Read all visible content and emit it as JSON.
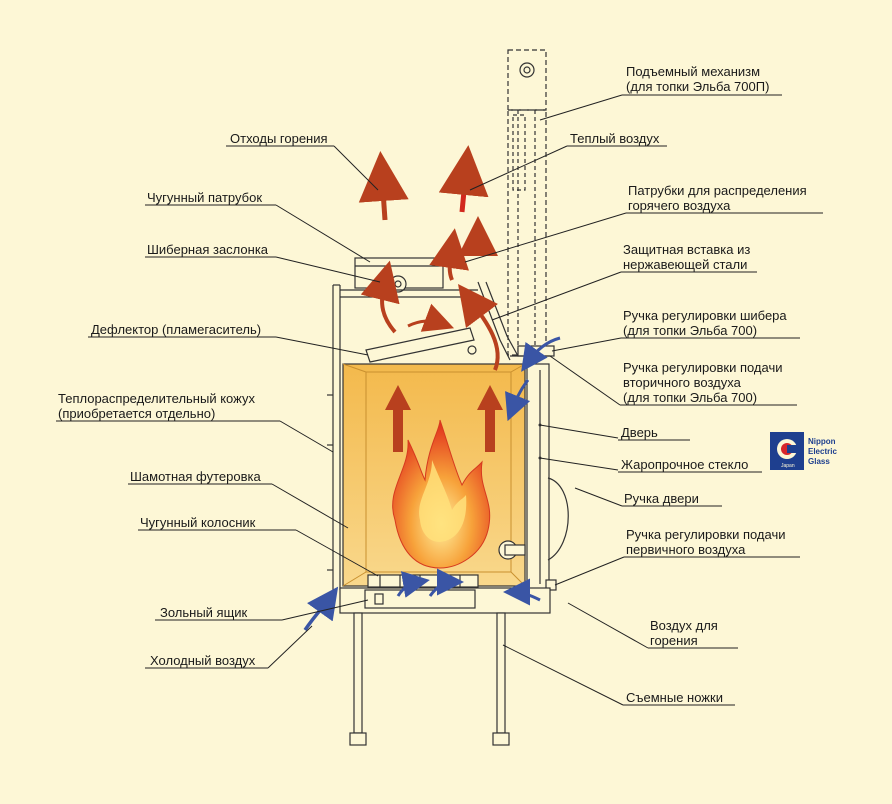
{
  "labels": {
    "lift_mechanism_1": "Подъемный механизм",
    "lift_mechanism_2": "(для топки Эльба 700П)",
    "combustion_waste": "Отходы горения",
    "warm_air": "Теплый воздух",
    "cast_iron_pipe": "Чугунный патрубок",
    "hot_air_pipes_1": "Патрубки для распределения",
    "hot_air_pipes_2": "горячего воздуха",
    "damper": "Шиберная заслонка",
    "stainless_insert_1": "Защитная вставка из",
    "stainless_insert_2": "нержавеющей стали",
    "damper_handle_1": "Ручка регулировки шибера",
    "damper_handle_2": "(для топки Эльба 700)",
    "deflector": "Дефлектор (пламегаситель)",
    "secondary_air_1": "Ручка регулировки подачи",
    "secondary_air_2": "вторичного воздуха",
    "secondary_air_3": "(для топки Эльба 700)",
    "casing_1": "Теплораспределительный кожух",
    "casing_2": "(приобретается отдельно)",
    "door": "Дверь",
    "glass": "Жаропрочное стекло",
    "fireclay": "Шамотная футеровка",
    "door_handle": "Ручка двери",
    "grate": "Чугунный колосник",
    "primary_air_1": "Ручка регулировки подачи",
    "primary_air_2": "первичного воздуха",
    "ash_box": "Зольный ящик",
    "combustion_air_1": "Воздух для",
    "combustion_air_2": "горения",
    "cold_air": "Холодный воздух",
    "legs": "Съемные ножки"
  },
  "logo": {
    "line1": "Nippon",
    "line2": "Electric",
    "line3": "Glass",
    "sub": "Japan",
    "color": "#1e3f8f",
    "accent": "#d8262b"
  },
  "colors": {
    "background": "#fdf7d6",
    "firebox": "#f6c25a",
    "hot_arrow": "#b8401e",
    "cold_arrow": "#3a55a5",
    "flame_outer": "#e23a1d",
    "flame_inner": "#ffe07a"
  }
}
